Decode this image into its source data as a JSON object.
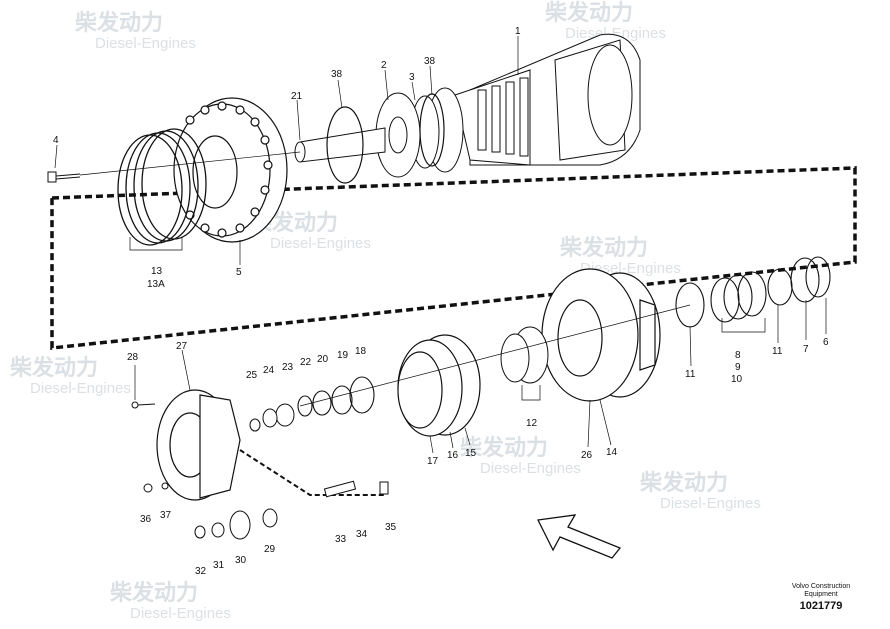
{
  "watermark": {
    "chinese": "柴发动力",
    "latin": "Diesel-Engines"
  },
  "labels": {
    "l1": "1",
    "l2": "2",
    "l3": "3",
    "l4": "4",
    "l5": "5",
    "l6": "6",
    "l7": "7",
    "l8": "8",
    "l9": "9",
    "l10": "10",
    "l11a": "11",
    "l11b": "11",
    "l12": "12",
    "l13": "13",
    "l13a": "13A",
    "l14": "14",
    "l15": "15",
    "l16": "16",
    "l17": "17",
    "l18": "18",
    "l19": "19",
    "l20": "20",
    "l21": "21",
    "l22": "22",
    "l23": "23",
    "l24": "24",
    "l25": "25",
    "l26": "26",
    "l27": "27",
    "l28": "28",
    "l29": "29",
    "l30": "30",
    "l31": "31",
    "l32": "32",
    "l33": "33",
    "l34": "34",
    "l35": "35",
    "l36": "36",
    "l37": "37",
    "l38a": "38",
    "l38b": "38"
  },
  "footer": {
    "line1": "Volvo Construction",
    "line2": "Equipment",
    "number": "1021779"
  }
}
